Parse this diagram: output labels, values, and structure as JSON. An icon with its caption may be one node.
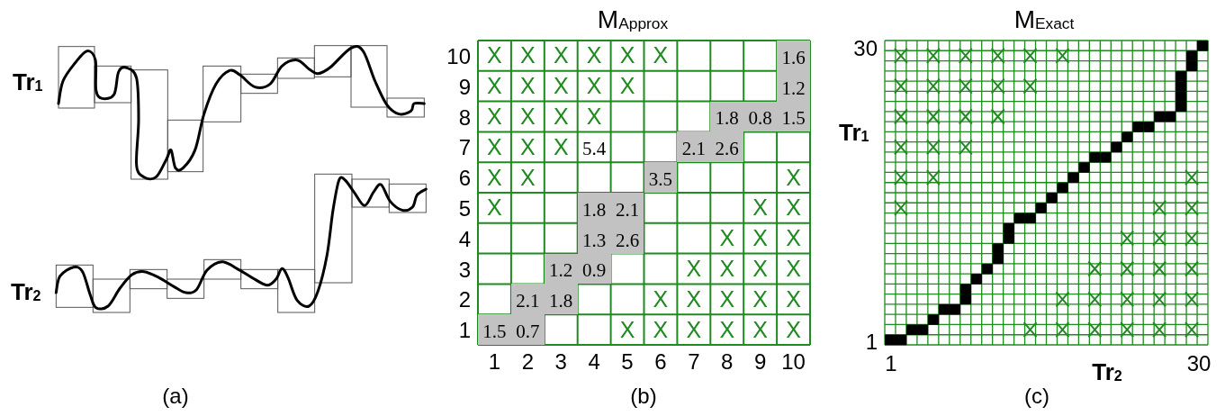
{
  "diagram": {
    "labels": [
      "Tr$_{1}$",
      "Tr$_{2}$",
      "(a)",
      "M$_{Approx}$",
      "10",
      "X",
      "X",
      "X",
      "X",
      "X",
      "X",
      "1.6",
      "9",
      "X",
      "X",
      "X",
      "X",
      "X",
      "1.2",
      "8",
      "X",
      "X",
      "X",
      "X",
      "1.8",
      "0.8",
      "1.5",
      "7",
      "X",
      "X",
      "X",
      "5.4",
      "2.1",
      "2.6",
      "6",
      "X",
      "X",
      "3.5",
      "X",
      "5",
      "X",
      "1.8",
      "2.1",
      "X",
      "X",
      "4",
      "1.3",
      "2.6",
      "X",
      "X",
      "X",
      "3",
      "1.2",
      "0.9",
      "X",
      "X",
      "X",
      "X",
      "2",
      "2.1",
      "1.8",
      "X",
      "X",
      "X",
      "X",
      "X",
      "1",
      "1.5",
      "0.7",
      "X",
      "X",
      "X",
      "X",
      "X",
      "X",
      "1",
      "2",
      "3",
      "4",
      "5",
      "6",
      "7",
      "8",
      "9",
      "10",
      "(b)",
      "M$_{Exact}$",
      "30",
      "Tr$_{1}$",
      "1",
      "1",
      "Tr$_{2}$",
      "30",
      "(c)"
    ]
  }
}
